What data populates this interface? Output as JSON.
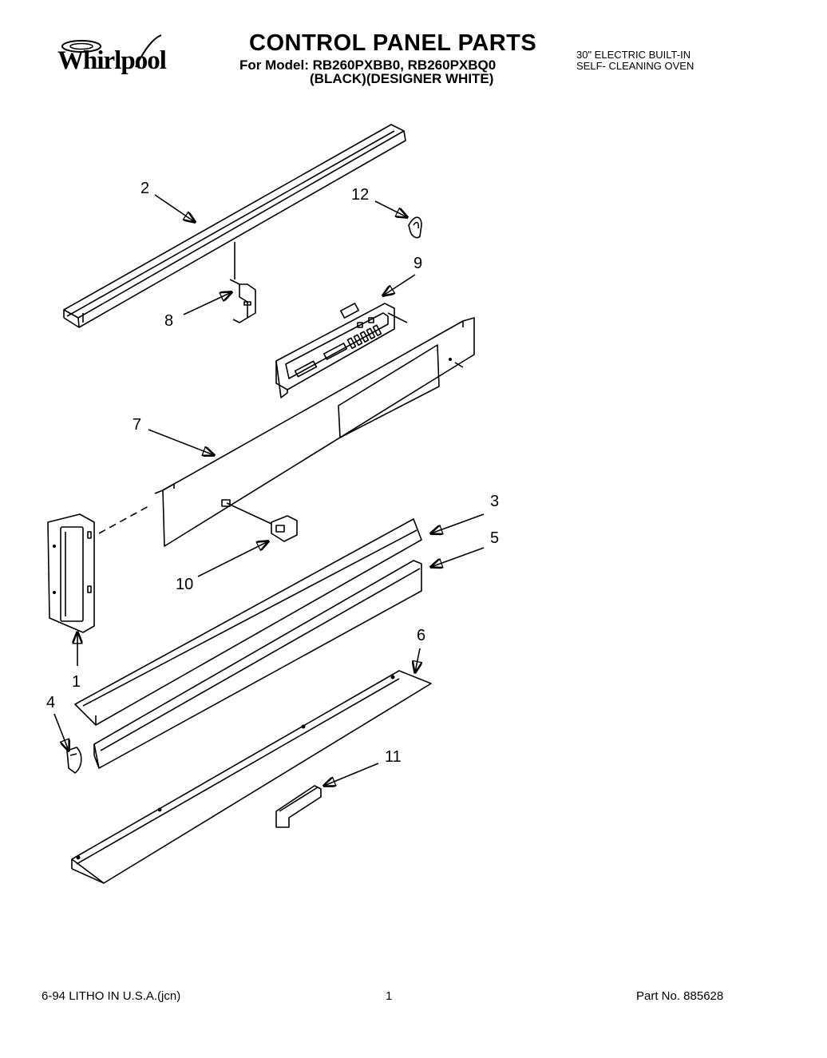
{
  "header": {
    "brand": "Whirlpool",
    "title": "CONTROL PANEL PARTS",
    "model_line": "For Model: RB260PXBB0, RB260PXBQ0",
    "color_line": "(BLACK)(DESIGNER WHITE)",
    "spec_line1": "30\" ELECTRIC  BUILT-IN",
    "spec_line2": "SELF- CLEANING  OVEN"
  },
  "callouts": [
    "1",
    "2",
    "3",
    "4",
    "5",
    "6",
    "7",
    "8",
    "9",
    "10",
    "11",
    "12"
  ],
  "footer": {
    "left": "6-94 LITHO IN U.S.A.(jcn)",
    "center": "1",
    "right": "Part No. 885628"
  }
}
